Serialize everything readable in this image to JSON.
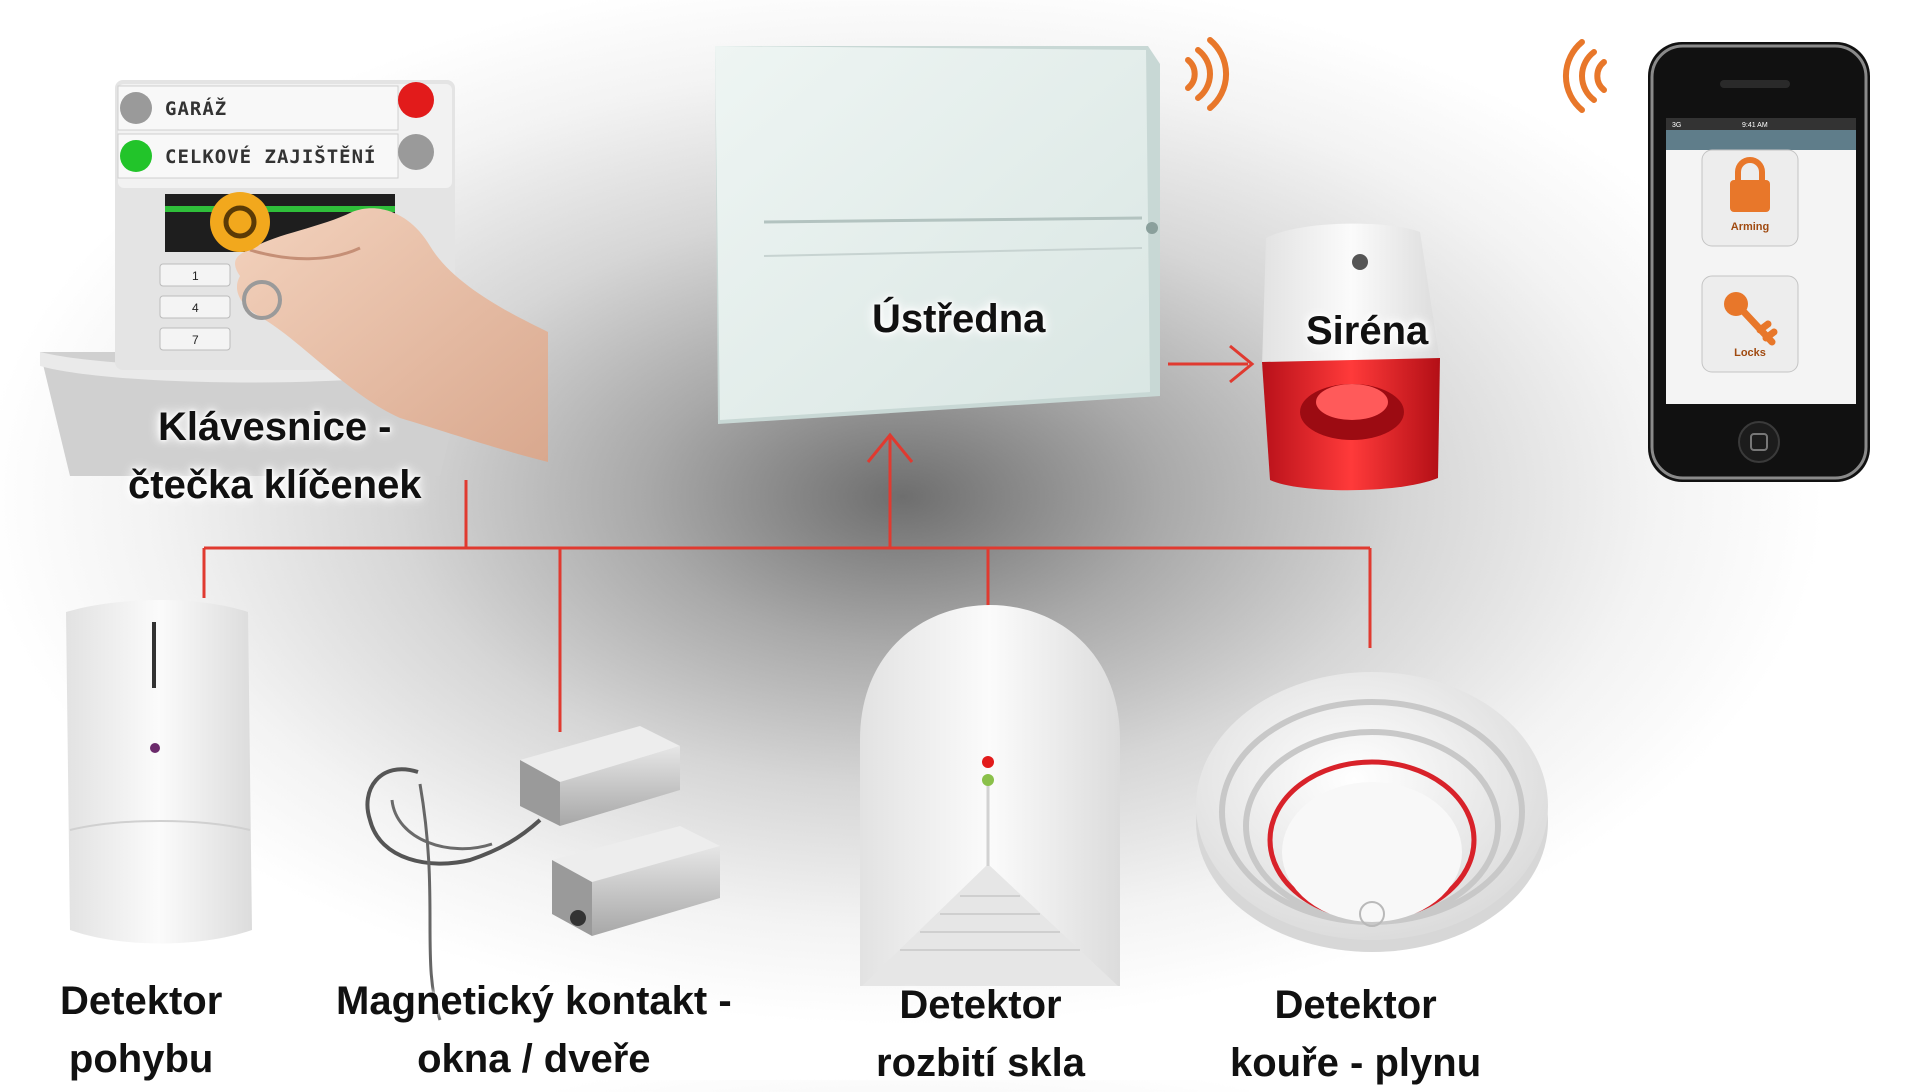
{
  "labels": {
    "ustredna": "Ústředna",
    "sirena": "Siréna",
    "klavesnice": [
      "Klávesnice -",
      "čtečka klíčenek"
    ],
    "pohyb": [
      "Detektor",
      "pohybu"
    ],
    "magnet": [
      "Magnetický kontakt -",
      "okna / dveře"
    ],
    "sklo": [
      "Detektor",
      "rozbití skla"
    ],
    "kour": [
      "Detektor",
      "kouře - plynu"
    ]
  },
  "keypad": {
    "row1": "GARÁŽ",
    "row2": "CELKOVÉ ZAJIŠTĚNÍ",
    "keys": [
      "1",
      "4",
      "7"
    ]
  },
  "phone": {
    "carrier": "3G",
    "time": "9:41 AM",
    "apps": [
      "Arming",
      "Locks"
    ]
  },
  "colors": {
    "line": "#e03a30",
    "wifi": "#e8772a",
    "led_red": "#e21b1b",
    "led_green": "#22c42a",
    "siren_red": "#d61a1a"
  }
}
